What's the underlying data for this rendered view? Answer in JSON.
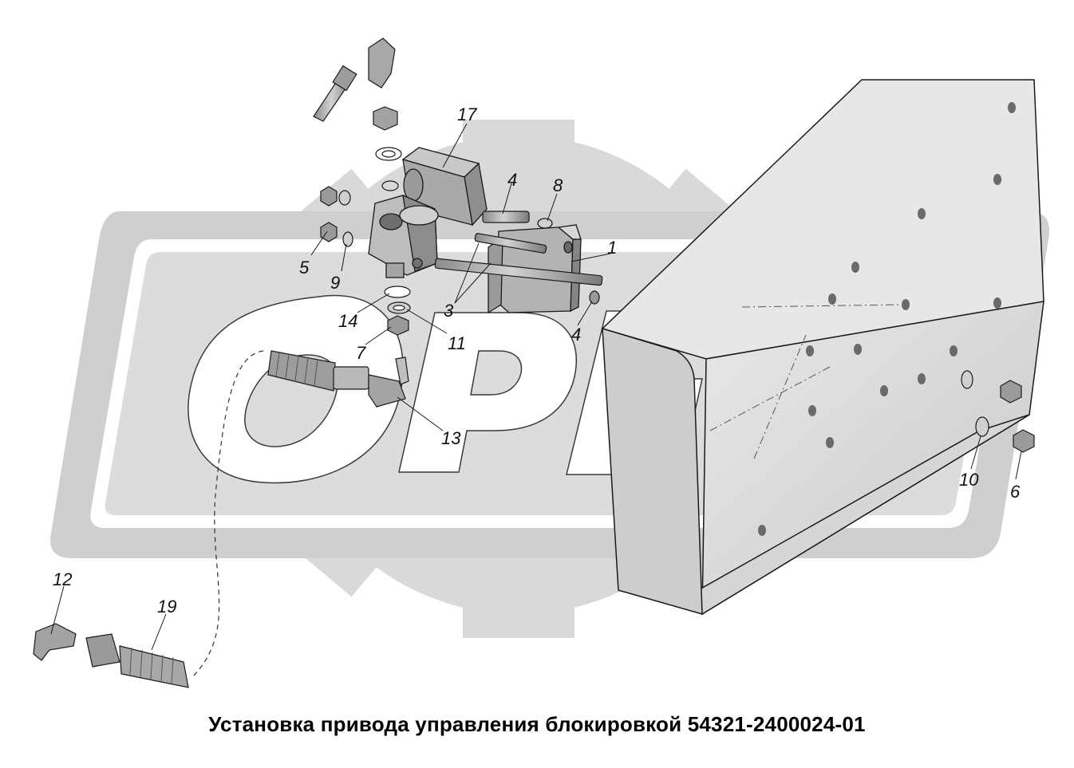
{
  "drawing": {
    "title": "Установка привода управления блокировкой 54321-2400024-01",
    "watermark_text": "ОРЕХ",
    "colors": {
      "background": "#ffffff",
      "watermark": "#d8d8d8",
      "part_fill": "#b5b5b5",
      "part_dark": "#7d7d7d",
      "part_light": "#dcdcdc",
      "line": "#1a1a1a"
    },
    "callouts": [
      {
        "id": "c17",
        "label": "17"
      },
      {
        "id": "c4a",
        "label": "4"
      },
      {
        "id": "c8",
        "label": "8"
      },
      {
        "id": "c1",
        "label": "1"
      },
      {
        "id": "c5",
        "label": "5"
      },
      {
        "id": "c9",
        "label": "9"
      },
      {
        "id": "c3",
        "label": "3"
      },
      {
        "id": "c4b",
        "label": "4"
      },
      {
        "id": "c14",
        "label": "14"
      },
      {
        "id": "c11",
        "label": "11"
      },
      {
        "id": "c7",
        "label": "7"
      },
      {
        "id": "c13",
        "label": "13"
      },
      {
        "id": "c10",
        "label": "10"
      },
      {
        "id": "c6",
        "label": "6"
      },
      {
        "id": "c12",
        "label": "12"
      },
      {
        "id": "c19",
        "label": "19"
      }
    ]
  }
}
